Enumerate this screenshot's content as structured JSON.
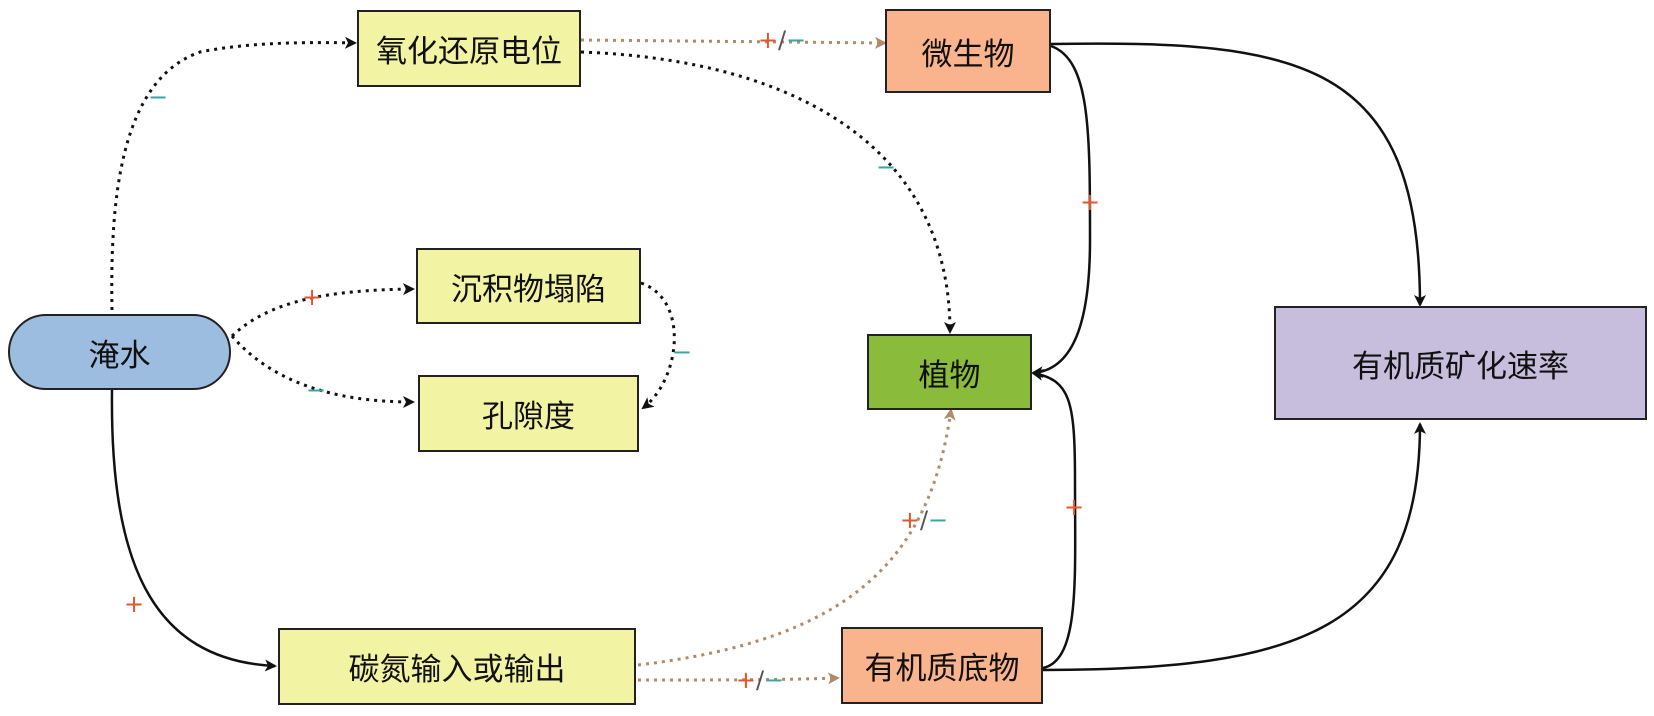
{
  "nodes": {
    "flooding": "淹水",
    "redox": "氧化还原电位",
    "microbe": "微生物",
    "sediment_collapse": "沉积物塌陷",
    "porosity": "孔隙度",
    "plant": "植物",
    "mineralization_rate": "有机质矿化速率",
    "cn_io": "碳氮输入或输出",
    "om_substrate": "有机质底物"
  },
  "signs": {
    "plus": "+",
    "minus": "−",
    "slash": "/"
  },
  "colors": {
    "flooding": "#9dbde0",
    "yellow": "#f3f3a4",
    "microbe": "#f9b48e",
    "plant": "#8bbb3b",
    "mineralization": "#c6bedc",
    "solid_arrow": "#111111",
    "dotted_black": "#111111",
    "dotted_brown": "#b08a6a",
    "plus": "#e8542a",
    "minus": "#37a6a6"
  }
}
